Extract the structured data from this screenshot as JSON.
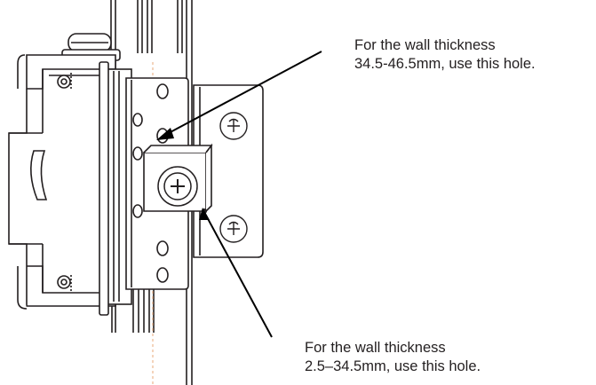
{
  "callouts": {
    "top": {
      "line1": "For the wall thickness",
      "line2": "34.5-46.5mm, use this hole."
    },
    "bottom": {
      "line1": "For the wall thickness",
      "line2": "2.5–34.5mm, use this hole."
    }
  },
  "colors": {
    "ink": "#231f20",
    "leader": "#000000",
    "guide": "#e8a97a",
    "background": "#ffffff"
  }
}
